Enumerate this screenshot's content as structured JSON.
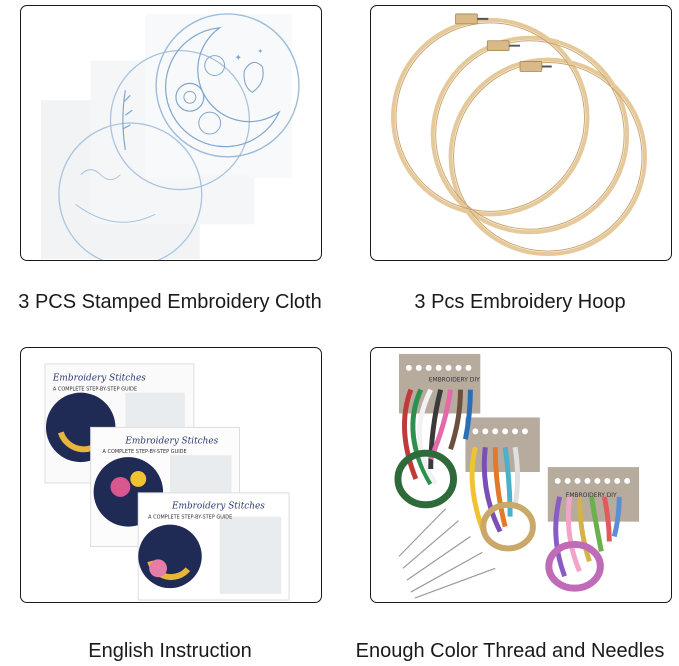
{
  "panels": [
    {
      "caption": "3 PCS Stamped Embroidery Cloth",
      "icon": "embroidery-cloth-image"
    },
    {
      "caption": "3 Pcs Embroidery Hoop",
      "icon": "embroidery-hoop-image"
    },
    {
      "caption": "English Instruction",
      "icon": "instruction-sheets-image",
      "sheet_title": "Embroidery Stitches",
      "sheet_subtitle": "A COMPLETE STEP-BY-STEP GUIDE"
    },
    {
      "caption": "Enough Color Thread and Needles",
      "icon": "thread-and-needles-image",
      "card_label": "EMBROIDERY DIY"
    }
  ],
  "colors": {
    "border": "#1a1a1a",
    "cloth_line": "#8fb3d6",
    "hoop": "#e6c99a",
    "sheet_navy": "#1f2a55"
  }
}
